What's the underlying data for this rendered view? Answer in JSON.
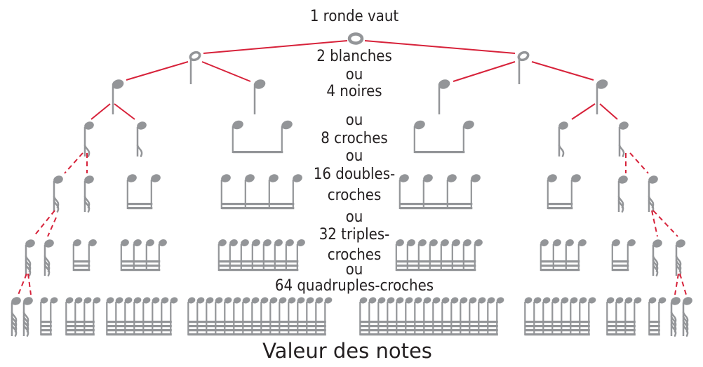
{
  "labels": {
    "l1": "1 ronde vaut",
    "l2": "2 blanches",
    "ou_a": "ou",
    "l3": "4 noires",
    "ou_b": "ou",
    "l4": "8 croches",
    "ou_c": "ou",
    "l5a": "16 doubles-",
    "l5b": "croches",
    "ou_d": "ou",
    "l6a": "32 triples-",
    "l6b": "croches",
    "ou_e": "ou",
    "l7": "64 quadruples-croches"
  },
  "caption": "Valeur des notes",
  "colors": {
    "note": "#939598",
    "line": "#d7223a",
    "text": "#231f20"
  }
}
